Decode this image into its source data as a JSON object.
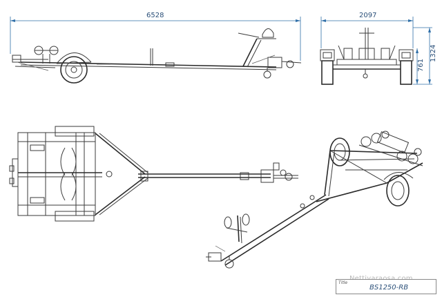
{
  "drawing": {
    "side_view": {
      "length_dimension": "6528"
    },
    "rear_view": {
      "width_dimension": "2097",
      "height_dimension_inner": "761",
      "height_dimension_outer": "1324"
    },
    "title_block": {
      "label": "Title",
      "value": "BS1250-RB"
    },
    "watermark": "Nettivaraosa.com",
    "colors": {
      "line": "#3a3a3a",
      "dimension": "#2f6fa8"
    }
  }
}
